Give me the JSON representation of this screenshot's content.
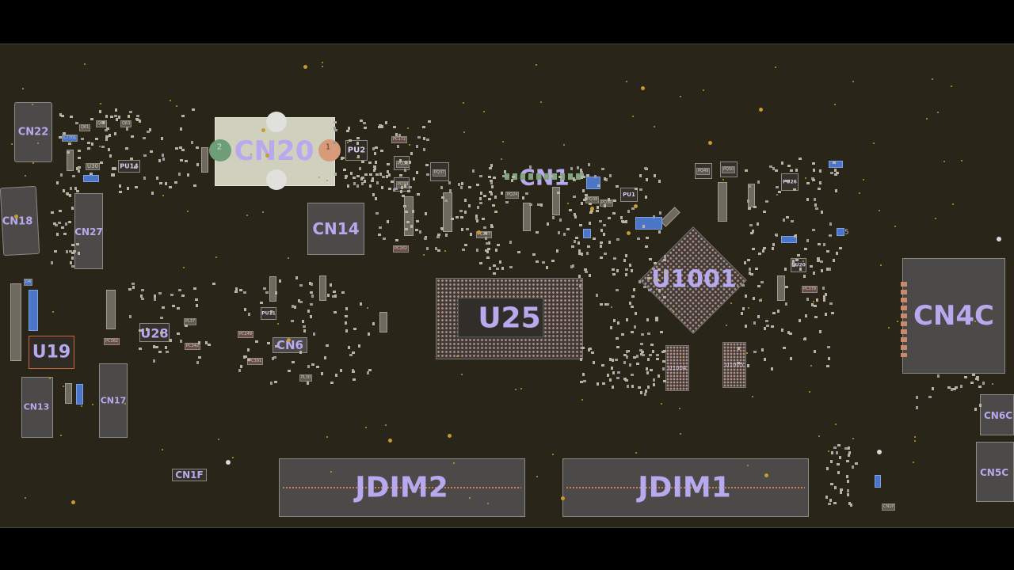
{
  "board": {
    "background": "#2a2519",
    "label_color": "#9d8ee0"
  },
  "components": {
    "cn22": "CN22",
    "cn20": "CN20",
    "cn20_pin1": "1",
    "cn20_pin2": "2",
    "pu2": "PU2",
    "cn1": "CN1",
    "cn18": "CN18",
    "cn27": "CN27",
    "cn14": "CN14",
    "u1001": "U1001",
    "u25": "U25",
    "cn4c": "CN4C",
    "u19": "U19",
    "u28": "U28",
    "cn6": "CN6",
    "cn13": "CN13",
    "cn17": "CN17",
    "u1004": "U1004",
    "u1005": "U1005",
    "cn6c": "CN6C",
    "cn5c": "CN5C",
    "cn1f": "CN1F",
    "jdim2": "JDIM2",
    "jdim1": "JDIM1",
    "pu14": "PU14",
    "u30": "U30",
    "pu1": "PU1",
    "pu26": "PU26",
    "pu20": "PU20",
    "u5": "U5",
    "pu11": "PU11"
  },
  "refs": {
    "pc172": "PC172",
    "pq33": "PQ33",
    "pq34": "PQ34",
    "pc227": "PC227",
    "pc262": "PC262",
    "pl37": "PL37",
    "pc249": "PC249",
    "pc391": "PC391",
    "pl30": "PL30",
    "pc379": "PC379",
    "pc362": "PC362",
    "pc342": "PC342",
    "pq49": "PQ49",
    "pq50": "PQ50",
    "q61": "Q61",
    "q62": "Q62",
    "q63": "Q63",
    "c7701": "C7701",
    "d4": "D4",
    "pq37": "PQ37",
    "pq24": "PQ24",
    "pq38": "PQ38",
    "pq36": "PQ36",
    "cn1p": "CN1P"
  }
}
